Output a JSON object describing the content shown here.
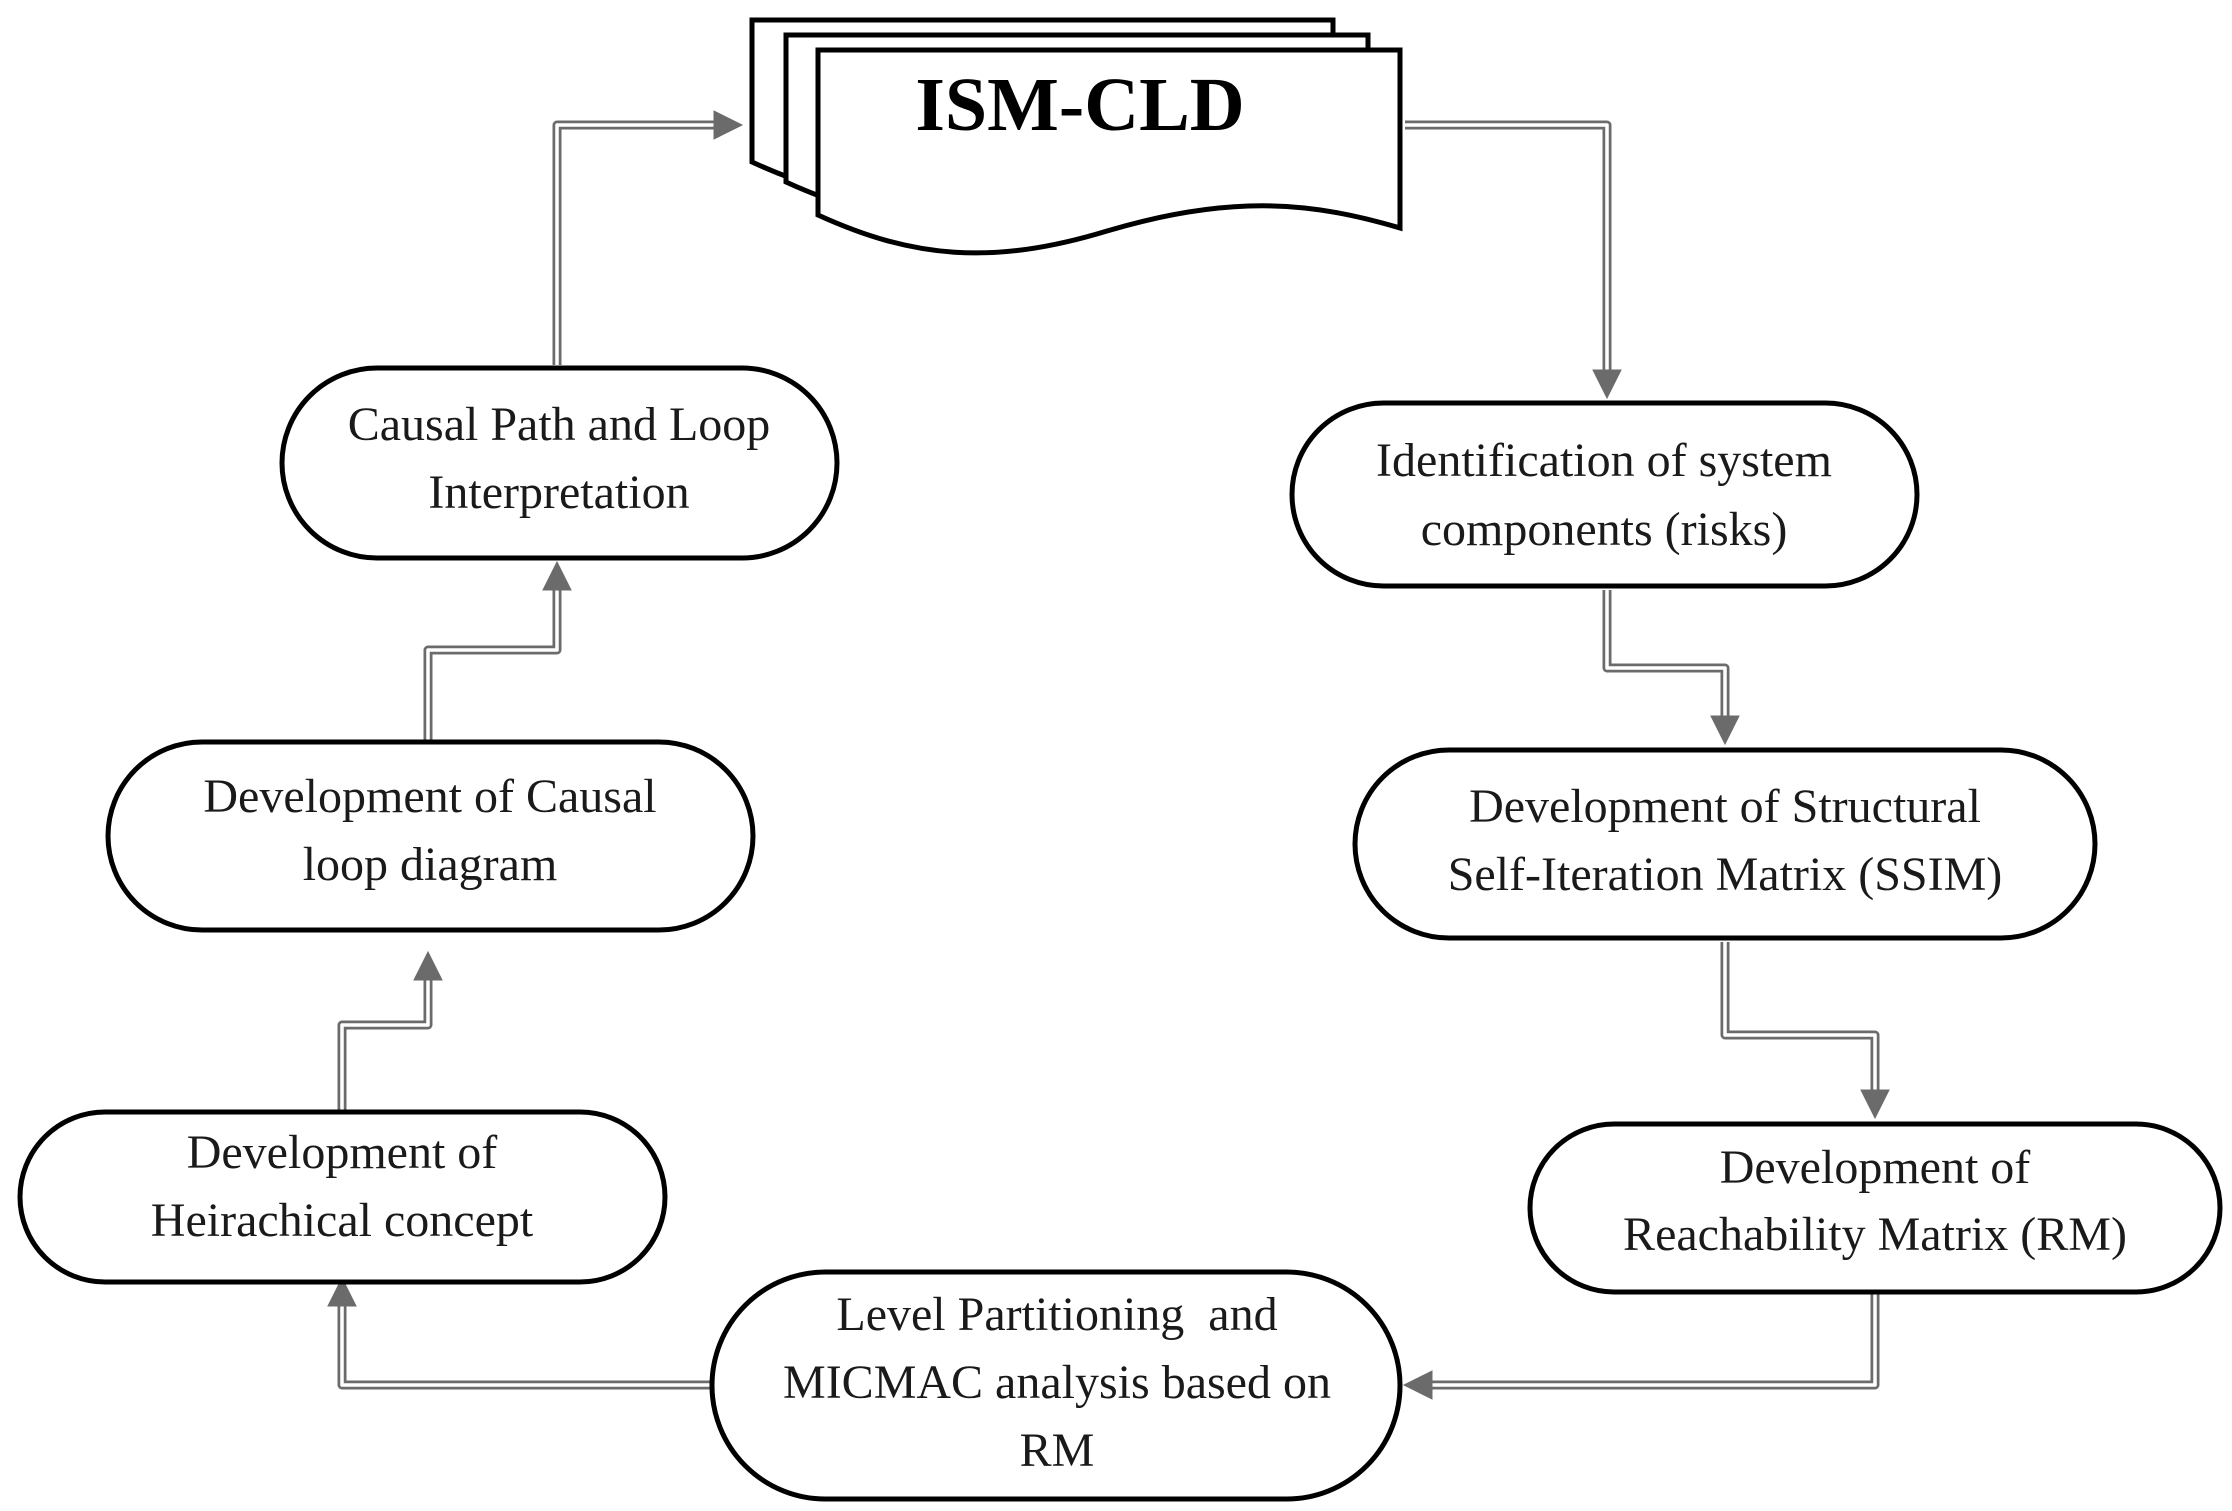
{
  "title": "ISM-CLD",
  "nodes": {
    "identification": {
      "lines": [
        "Identification of system",
        "components (risks)"
      ]
    },
    "ssim": {
      "lines": [
        "Development of Structural",
        "Self-Iteration Matrix (SSIM)"
      ]
    },
    "reachability": {
      "lines": [
        "Development of",
        "Reachability Matrix (RM)"
      ]
    },
    "level_partitioning": {
      "lines": [
        "Level Partitioning  and",
        "MICMAC analysis based on",
        "RM"
      ]
    },
    "hierarchical": {
      "lines": [
        "Development of",
        "Heirachical concept"
      ]
    },
    "causal_loop": {
      "lines": [
        "Development of Causal",
        "loop diagram"
      ]
    },
    "causal_path": {
      "lines": [
        "Causal Path and Loop",
        "Interpretation"
      ]
    }
  },
  "colors": {
    "connector": "#6b6b6b",
    "outline": "#000000",
    "background": "#ffffff"
  }
}
